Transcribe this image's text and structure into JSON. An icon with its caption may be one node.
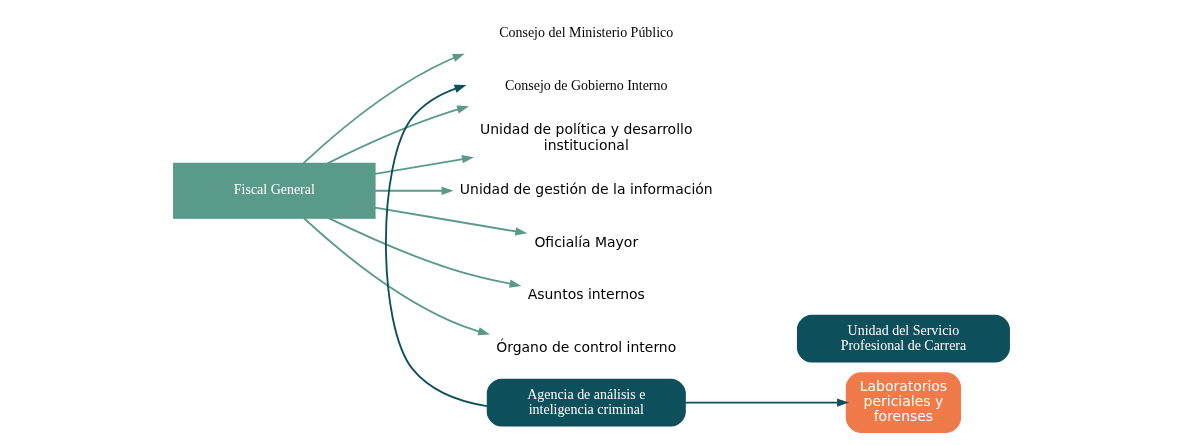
{
  "diagram": {
    "nodes": [
      {
        "text": [
          "Fiscal General"
        ]
      },
      {
        "text": [
          "Consejo del Ministerio Público"
        ]
      },
      {
        "text": [
          "Consejo de Gobierno Interno"
        ]
      },
      {
        "text": [
          "Agencia de análisis e inteligencia criminal"
        ]
      },
      {
        "text": [
          "Laboratorios periciales y forenses"
        ]
      },
      {
        "text": [
          "Unidad del Servicio Profesional de Carrera"
        ]
      },
      {
        "text": [
          "Unidad de política y desarrollo institucional"
        ]
      },
      {
        "text": [
          "Unidad de gestión de la información"
        ]
      },
      {
        "text": [
          "Oficialía Mayor"
        ]
      },
      {
        "text": [
          "Asuntos internos"
        ]
      },
      {
        "text": [
          "Órgano de control interno"
        ]
      }
    ],
    "edges": [
      {
        "from": 0,
        "to": 1,
        "arrow": "to"
      },
      {
        "from": 0,
        "to": 2,
        "arrow": "to"
      },
      {
        "from": 3,
        "to": 2,
        "arrow": "to",
        "color": "#0e4f5c"
      },
      {
        "from": 3,
        "to": 4,
        "arrow": "to",
        "color": "#0e4f5c"
      },
      {
        "from": 0,
        "to": 6,
        "arrow": "to"
      },
      {
        "from": 0,
        "to": 7,
        "arrow": "to"
      },
      {
        "from": 0,
        "to": 8,
        "arrow": "to"
      },
      {
        "from": 0,
        "to": 9,
        "arrow": "to"
      },
      {
        "from": 0,
        "to": 10,
        "arrow": "to"
      }
    ]
  }
}
